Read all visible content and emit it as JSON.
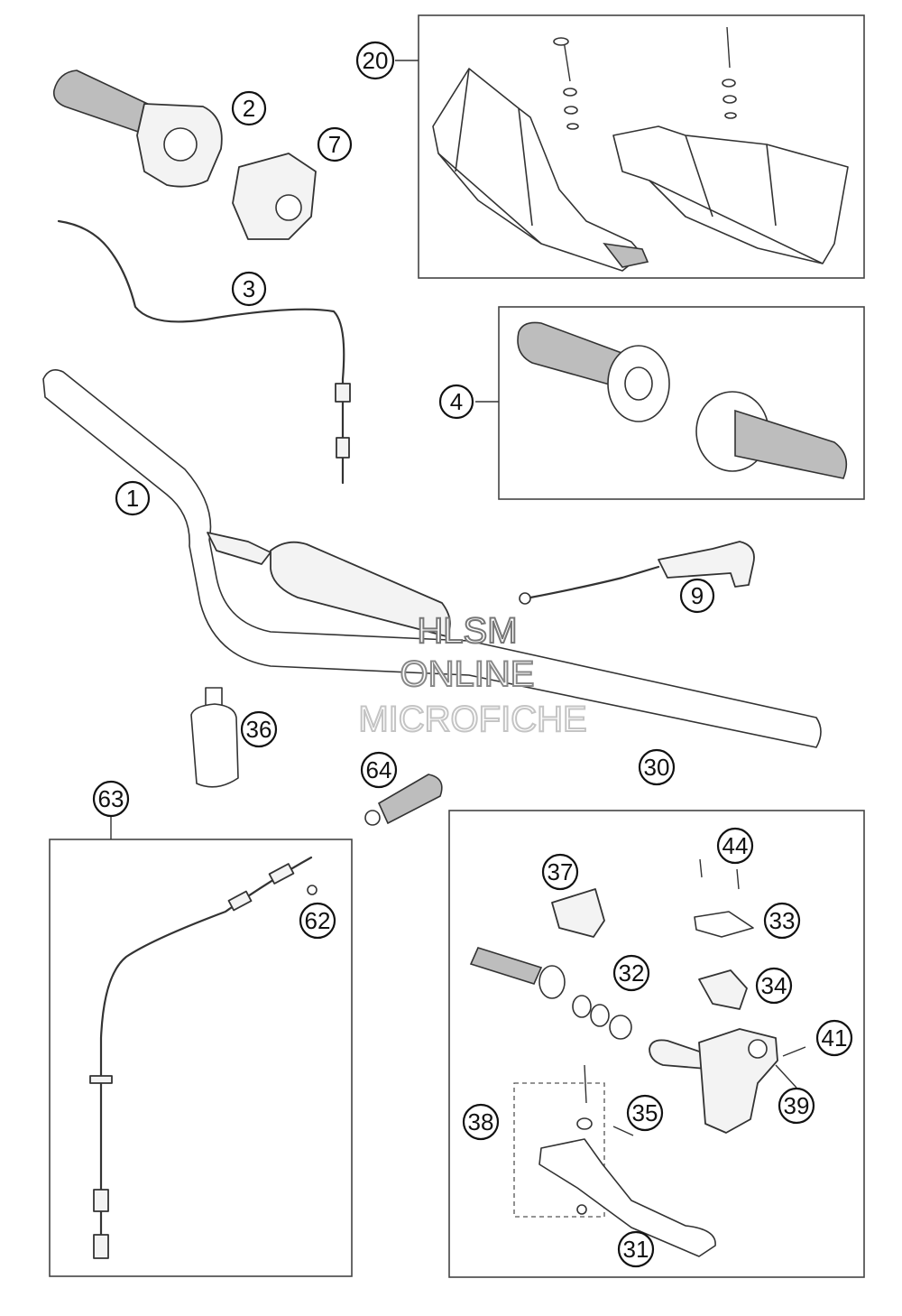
{
  "callouts": [
    "20",
    "2",
    "7",
    "3",
    "4",
    "1",
    "9",
    "36",
    "64",
    "30",
    "63",
    "62",
    "44",
    "37",
    "33",
    "32",
    "34",
    "41",
    "39",
    "38",
    "35",
    "31"
  ],
  "watermark": {
    "line1": "HLSM",
    "line2": "ONLINE",
    "line3": "MICROFICHE",
    "line1_color": "#777777",
    "line2_color": "#888888",
    "line3_color": "#c4c4c4"
  }
}
